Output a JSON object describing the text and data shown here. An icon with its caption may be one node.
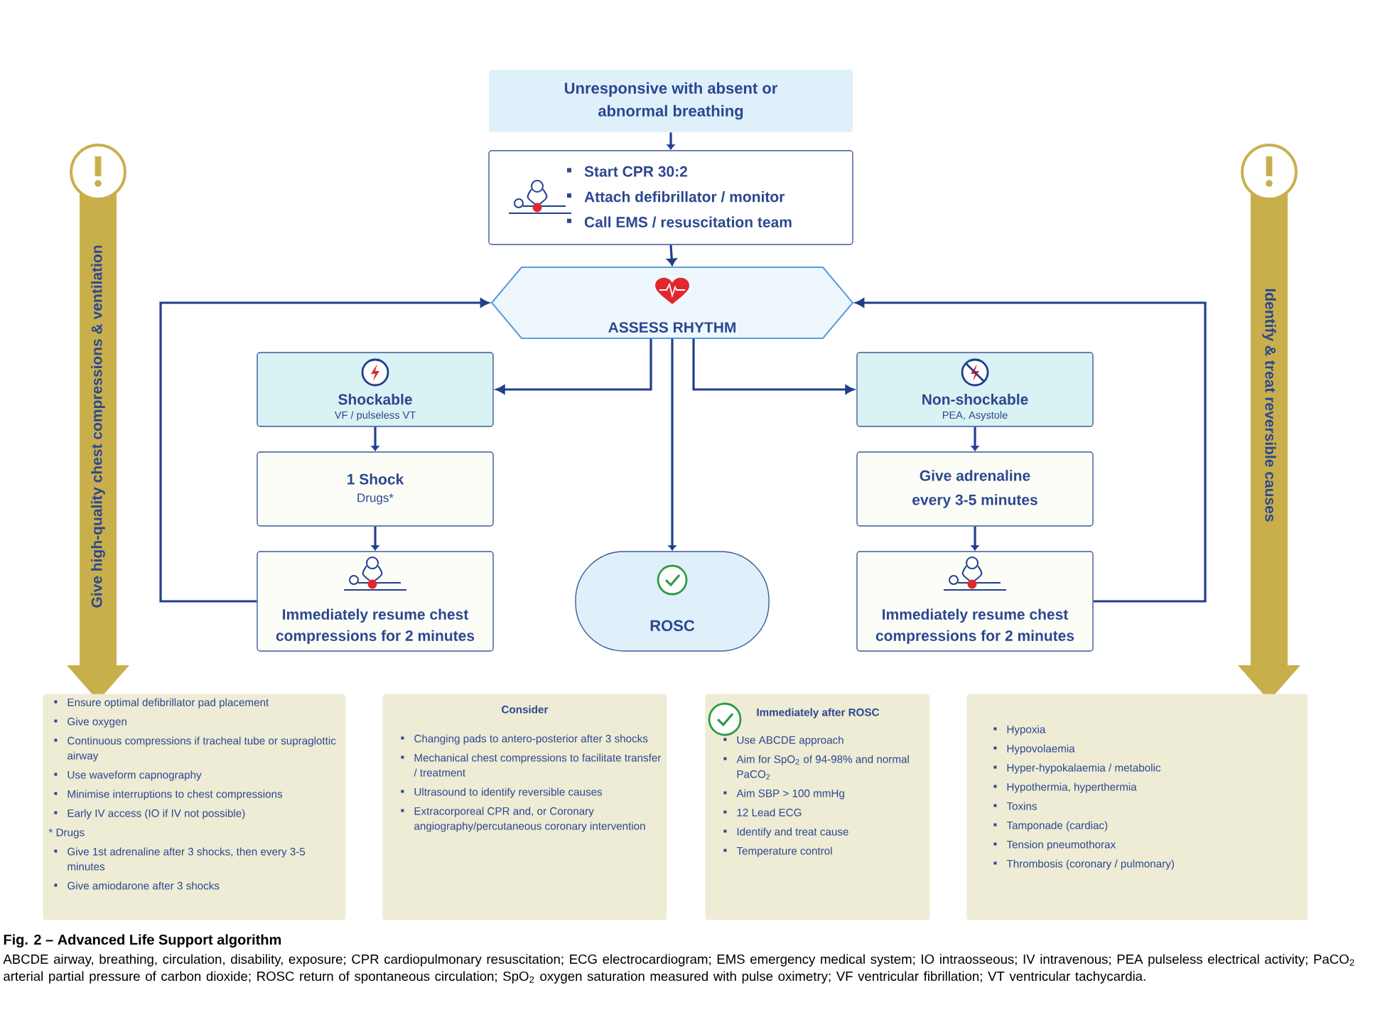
{
  "diagram": {
    "title": "Fig. 2 – Advanced Life Support algorithm",
    "caption": "ABCDE airway, breathing, circulation, disability, exposure; CPR cardiopulmonary resuscitation; ECG electrocardiogram; EMS emergency medical system; IO intraosseous; IV intravenous; PEA pulseless electrical activity; PaCO$_{2}$ arterial partial pressure of carbon dioxide; ROSC return of spontaneous circulation; SpO$_{2}$ oxygen saturation measured with pulse oximetry; VF ventricular fibrillation; VT ventricular tachycardia.",
    "nodes": [
      {
        "text": [
          "Unresponsive with absent or abnormal breathing"
        ]
      },
      {
        "text": [
          "Start CPR 30:2",
          "Attach defibrillator / monitor",
          "Call EMS / resuscitation team"
        ]
      },
      {
        "text": [
          "ASSESS RHYTHM"
        ]
      },
      {
        "text": [
          "Shockable",
          "VF / pulseless VT"
        ]
      },
      {
        "text": [
          "1 Shock",
          "Drugs*"
        ]
      },
      {
        "text": [
          "Immediately resume chest compressions for 2 minutes"
        ]
      },
      {
        "text": [
          "ROSC"
        ]
      },
      {
        "text": [
          "Non-shockable",
          "PEA, Asystole"
        ]
      },
      {
        "text": [
          "Give adrenaline every 3-5 minutes"
        ]
      },
      {
        "text": [
          "Immediately resume chest compressions for 2 minutes"
        ]
      },
      {
        "text": [
          "Give high-quality chest compressions & ventilation"
        ]
      },
      {
        "text": [
          "Identify & treat reversible causes"
        ]
      },
      {
        "text": [
          "Ensure optimal defibrillator pad placement",
          "Give oxygen",
          "Continuous compressions if tracheal tube or supraglottic airway",
          "Use waveform capnography",
          "Minimise interruptions to chest compressions",
          "Early IV access (IO if IV not possible)",
          "* Drugs",
          "Give 1st adrenaline after 3 shocks, then every 3-5 minutes",
          "Give amiodarone after 3 shocks"
        ]
      },
      {
        "text": [
          "Consider",
          "Changing pads to antero-posterior after 3 shocks",
          "Mechanical chest compressions to facilitate transfer / treatment",
          "Ultrasound to identify reversible causes",
          "Extracorporeal CPR and, or Coronary angiography/percutaneous coronary intervention"
        ]
      },
      {
        "text": [
          "Immediately after ROSC",
          "Use ABCDE approach",
          "Aim for SpO$_{2}$ of 94-98% and normal PaCO$_{2}$",
          "Aim SBP > 100 mmHg",
          "12 Lead ECG",
          "Identify and treat cause",
          "Temperature control"
        ]
      },
      {
        "text": [
          "Hypoxia",
          "Hypovolaemia",
          "Hyper-hypokalaemia / metabolic",
          "Hypothermia, hyperthermia",
          "Toxins",
          "Tamponade (cardiac)",
          "Tension pneumothorax",
          "Thrombosis (coronary / pulmonary)"
        ]
      }
    ],
    "edges": [
      {
        "from": 0,
        "to": 1,
        "arrow": "to"
      },
      {
        "from": 1,
        "to": 2,
        "arrow": "to"
      },
      {
        "from": 2,
        "to": 3,
        "arrow": "to"
      },
      {
        "from": 2,
        "to": 6,
        "arrow": "to"
      },
      {
        "from": 2,
        "to": 7,
        "arrow": "to"
      },
      {
        "from": 3,
        "to": 4,
        "arrow": "to"
      },
      {
        "from": 4,
        "to": 5,
        "arrow": "to"
      },
      {
        "from": 5,
        "to": 2,
        "arrow": "to"
      },
      {
        "from": 7,
        "to": 8,
        "arrow": "to"
      },
      {
        "from": 8,
        "to": 9,
        "arrow": "to"
      },
      {
        "from": 9,
        "to": 2,
        "arrow": "to"
      }
    ]
  }
}
